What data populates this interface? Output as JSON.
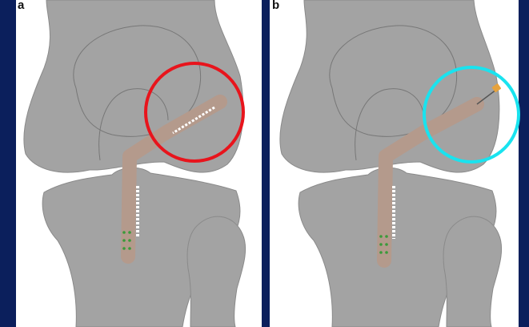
{
  "figure": {
    "panels": [
      {
        "label": "a",
        "highlight": "red-circle",
        "highlight_color": "#e8141c"
      },
      {
        "label": "b",
        "highlight": "cyan-circle",
        "highlight_color": "#19e3ef"
      }
    ],
    "colors": {
      "background": "#0b1f5c",
      "panel_background": "#ffffff",
      "bone": "#a3a3a3",
      "bone_outline": "#8a8a8a",
      "graft": "#b49a8c",
      "screw": "#ffffff",
      "button": "#3a9a3a",
      "fixation": "#e6a23c"
    }
  }
}
